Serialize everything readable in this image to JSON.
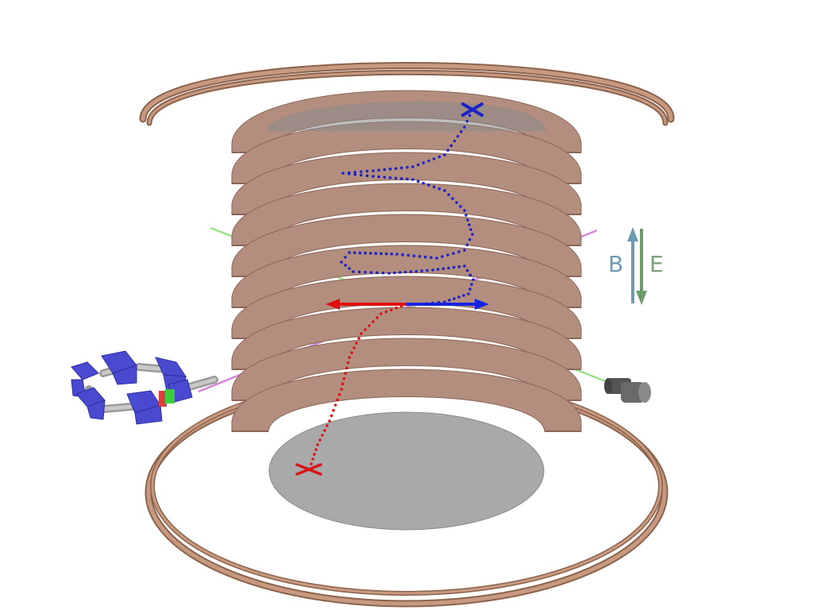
{
  "labels": {
    "b_field": "B",
    "e_field": "E"
  },
  "colors": {
    "copper": "#b38d7e",
    "copper_dark": "#8a6558",
    "coil_wire": "#b58a6e",
    "coil_wire_dark": "#8c634d",
    "electrode_plate": "#a9a9a9",
    "trajectory_blue": "#1a22c8",
    "trajectory_red": "#d81414",
    "arrow_red": "#e01010",
    "arrow_blue": "#1424e0",
    "beam_green": "#8fe07a",
    "beam_magenta": "#d27ad2",
    "b_arrow": "#6f9bb0",
    "e_arrow": "#6e9b6a",
    "label_b": "#6f9bb0",
    "label_e": "#7aa076",
    "ring_blue": "#4a4ad0",
    "rod_gray": "#b8b8b8",
    "detector_gray": "#707070"
  },
  "markers": {
    "start_marker": "x-mark",
    "end_marker": "x-mark"
  }
}
